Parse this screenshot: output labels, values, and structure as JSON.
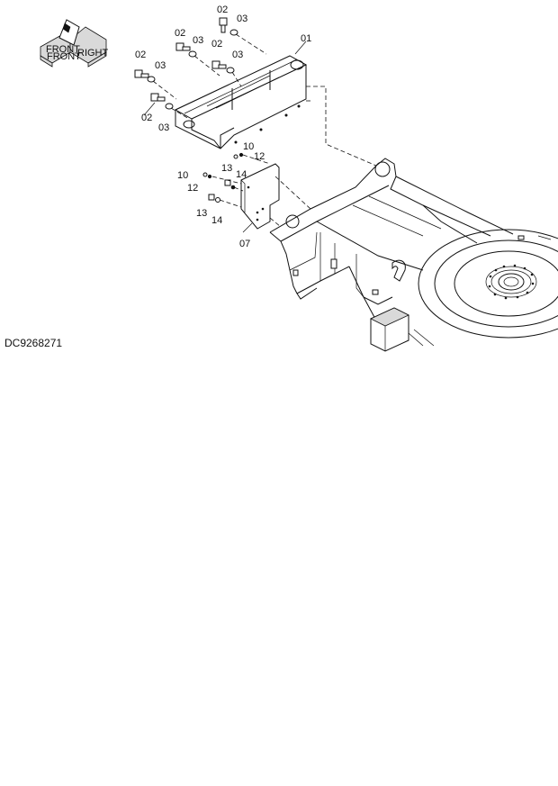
{
  "drawing_code": "DC9268271",
  "orientation_icon": {
    "icon": "machine-orientation-icon",
    "labels": [
      "FRONT",
      "FRONT",
      "RIGHT"
    ]
  },
  "callouts": {
    "c01": "01",
    "c02a": "02",
    "c03a": "03",
    "c02b": "02",
    "c03b": "03",
    "c02c": "02",
    "c03c": "03",
    "c02d": "02",
    "c03d": "03",
    "c02e": "02",
    "c03e": "03",
    "c07": "07",
    "c10a": "10",
    "c12a": "12",
    "c10b": "10",
    "c12b": "12",
    "c13a": "13",
    "c14a": "14",
    "c13b": "13",
    "c14b": "14"
  }
}
